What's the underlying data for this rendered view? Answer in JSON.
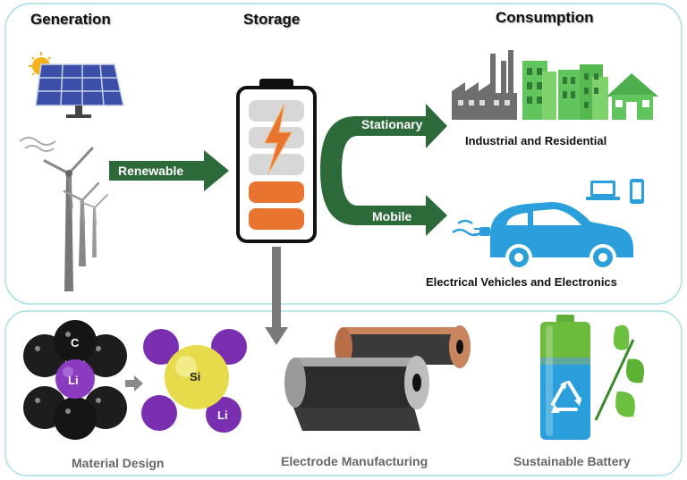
{
  "headers": {
    "generation": "Generation",
    "storage": "Storage",
    "consumption": "Consumption"
  },
  "flows": {
    "renewable": "Renewable",
    "stationary": "Stationary",
    "mobile": "Mobile"
  },
  "consumers": {
    "industrial": "Industrial and Residential",
    "vehicles": "Electrical Vehicles and Electronics"
  },
  "atoms": {
    "carbon": "C",
    "lithium": "Li",
    "silicon": "Si"
  },
  "captions": {
    "material": "Material Design",
    "electrode": "Electrode Manufacturing",
    "sustainable": "Sustainable Battery"
  },
  "colors": {
    "arrow_green": "#2d6a3a",
    "panel_border": "#a6dfe6",
    "battery_orange": "#e8742f",
    "car_blue": "#2a9fdb",
    "building_green": "#62c45c"
  }
}
